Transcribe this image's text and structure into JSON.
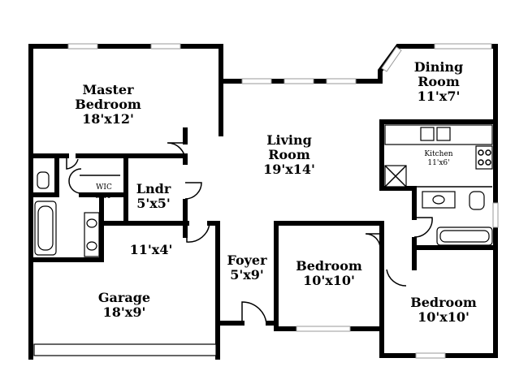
{
  "rooms": {
    "master_bedroom": {
      "name_line1": "Master",
      "name_line2": "Bedroom",
      "size": "18'x12'"
    },
    "dining_room": {
      "name_line1": "Dining",
      "name_line2": "Room",
      "size": "11'x7'"
    },
    "living_room": {
      "name_line1": "Living",
      "name_line2": "Room",
      "size": "19'x14'"
    },
    "kitchen": {
      "name": "Kitchen",
      "size": "11'x6'"
    },
    "wic": {
      "name": "WIC",
      "size": "5'x4'"
    },
    "laundry": {
      "name": "Lndr",
      "size": "5'x5'"
    },
    "storage": {
      "size": "11'x4'"
    },
    "garage": {
      "name": "Garage",
      "size": "18'x9'"
    },
    "foyer": {
      "name": "Foyer",
      "size": "5'x9'"
    },
    "bedroom_center": {
      "name": "Bedroom",
      "size": "10'x10'"
    },
    "bedroom_right": {
      "name": "Bedroom",
      "size": "10'x10'"
    }
  }
}
